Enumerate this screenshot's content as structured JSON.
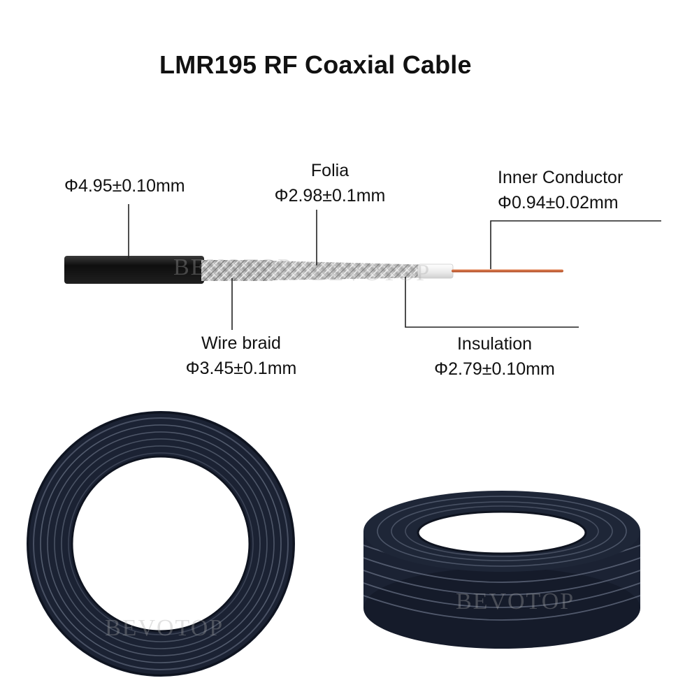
{
  "title": "LMR195 RF Coaxial Cable",
  "labels": {
    "jacket": {
      "name": "",
      "spec": "Φ4.95±0.10mm"
    },
    "folia": {
      "name": "Folia",
      "spec": "Φ2.98±0.1mm"
    },
    "inner_conductor": {
      "name": "Inner Conductor",
      "spec": "Φ0.94±0.02mm"
    },
    "wire_braid": {
      "name": "Wire braid",
      "spec": "Φ3.45±0.1mm"
    },
    "insulation": {
      "name": "Insulation",
      "spec": "Φ2.79±0.10mm"
    }
  },
  "watermark": "BEVOTOP",
  "colors": {
    "jacket": "#141414",
    "braid": "#b8b8b8",
    "insulation": "#f4f4f4",
    "conductor": "#c8582c",
    "coil": "#1b2233"
  }
}
